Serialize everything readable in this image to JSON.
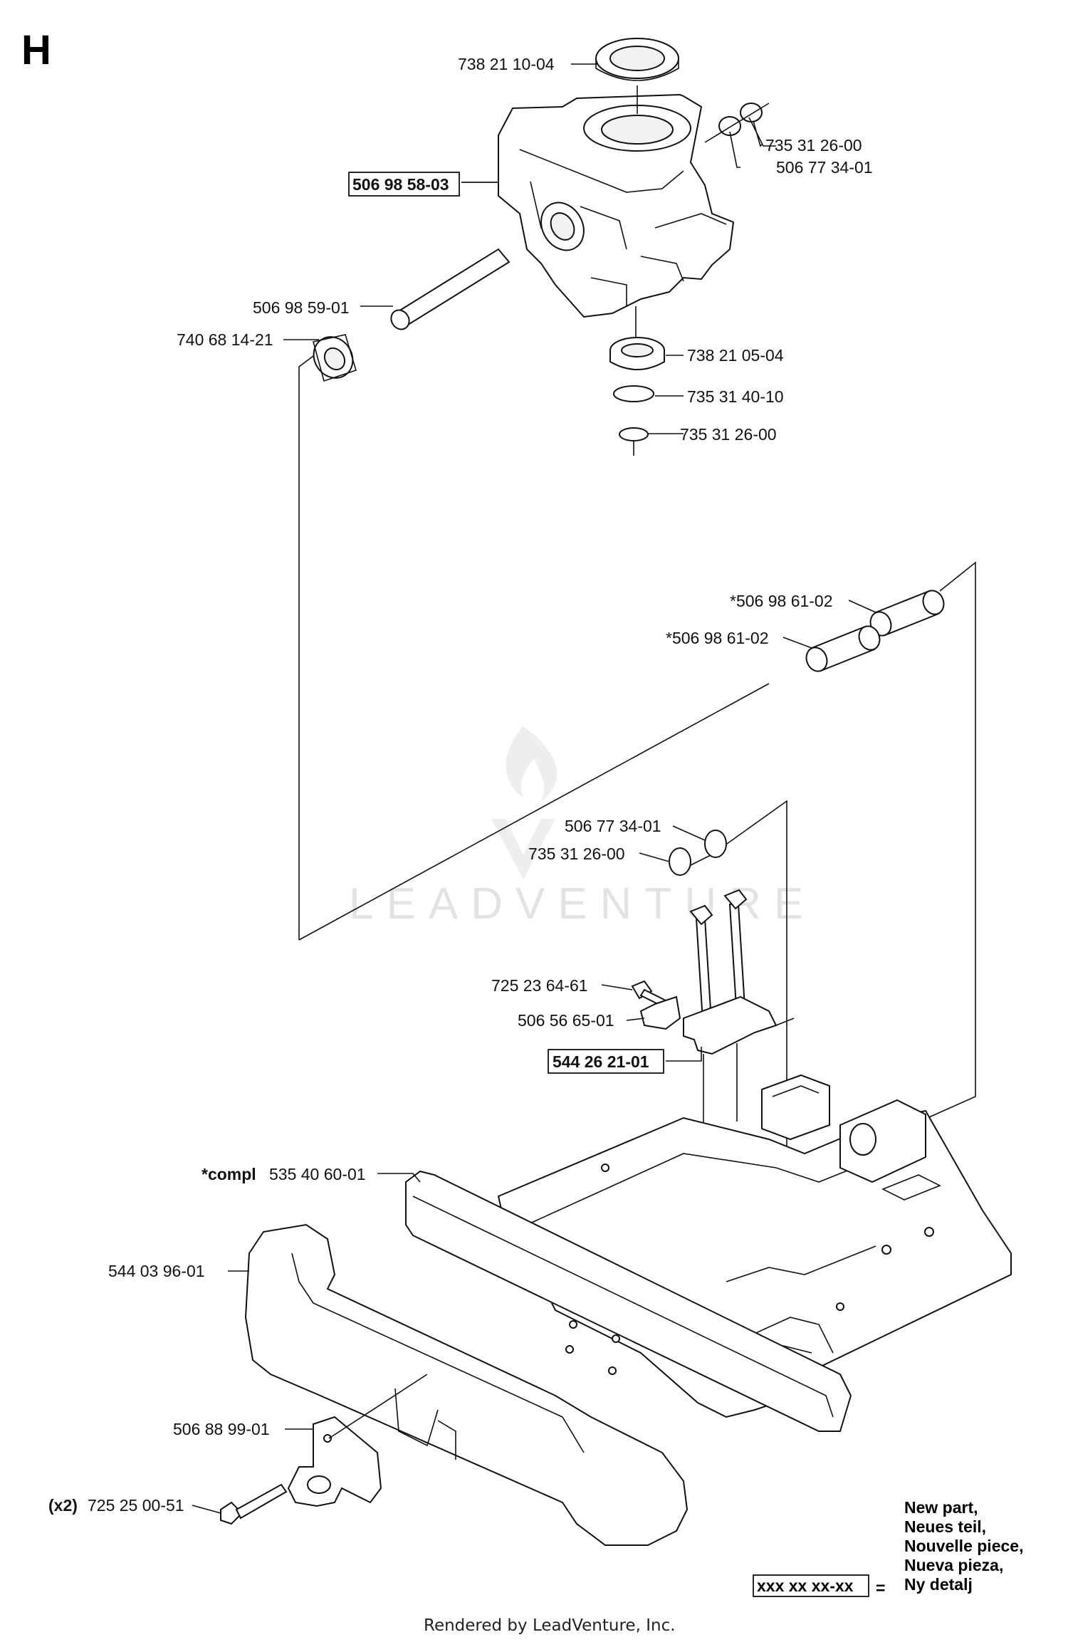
{
  "section_letter": "H",
  "watermark": "LEADVENTURE",
  "footer": "Rendered by LeadVenture, Inc.",
  "legend": {
    "lines": [
      "New part,",
      "Neues teil,",
      "Nouvelle piece,",
      "Nueva pieza,",
      "Ny detalj"
    ],
    "box_text": "xxx xx xx-xx",
    "equals": "="
  },
  "parts": [
    {
      "id": "p1",
      "number": "738 21 10-04",
      "prefix": "",
      "boxed": false
    },
    {
      "id": "p2",
      "number": "735 31 26-00",
      "prefix": "",
      "boxed": false
    },
    {
      "id": "p3",
      "number": "506 77 34-01",
      "prefix": "",
      "boxed": false
    },
    {
      "id": "p4",
      "number": "506 98 58-03",
      "prefix": "",
      "boxed": true
    },
    {
      "id": "p5",
      "number": "506 98 59-01",
      "prefix": "",
      "boxed": false
    },
    {
      "id": "p6",
      "number": "740 68 14-21",
      "prefix": "",
      "boxed": false
    },
    {
      "id": "p7",
      "number": "738 21 05-04",
      "prefix": "",
      "boxed": false
    },
    {
      "id": "p8",
      "number": "735 31 40-10",
      "prefix": "",
      "boxed": false
    },
    {
      "id": "p9",
      "number": "735 31 26-00",
      "prefix": "",
      "boxed": false
    },
    {
      "id": "p10",
      "number": "*506 98 61-02",
      "prefix": "",
      "boxed": false
    },
    {
      "id": "p11",
      "number": "*506 98 61-02",
      "prefix": "",
      "boxed": false
    },
    {
      "id": "p12",
      "number": "506 77 34-01",
      "prefix": "",
      "boxed": false
    },
    {
      "id": "p13",
      "number": "735 31 26-00",
      "prefix": "",
      "boxed": false
    },
    {
      "id": "p14",
      "number": "725 23 64-61",
      "prefix": "",
      "boxed": false
    },
    {
      "id": "p15",
      "number": "506 56 65-01",
      "prefix": "",
      "boxed": false
    },
    {
      "id": "p16",
      "number": "544 26 21-01",
      "prefix": "",
      "boxed": true
    },
    {
      "id": "p17",
      "number": "535 40 60-01",
      "prefix": "*compl",
      "boxed": false
    },
    {
      "id": "p18",
      "number": "544 03 96-01",
      "prefix": "",
      "boxed": false
    },
    {
      "id": "p19",
      "number": "506 88 99-01",
      "prefix": "",
      "boxed": false
    },
    {
      "id": "p20",
      "number": "725 25 00-51",
      "prefix": "(x2)",
      "boxed": false
    }
  ]
}
